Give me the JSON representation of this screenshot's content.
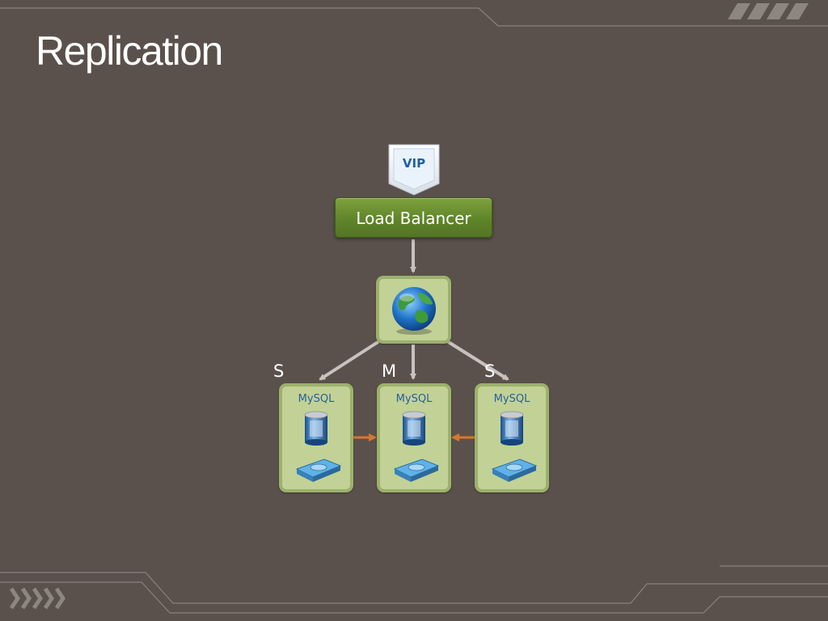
{
  "slide": {
    "title": "Replication"
  },
  "diagram": {
    "vip_label": "VIP",
    "load_balancer_label": "Load Balancer",
    "roles": [
      "S",
      "M",
      "S"
    ],
    "servers": [
      {
        "label": "MySQL"
      },
      {
        "label": "MySQL"
      },
      {
        "label": "MySQL"
      }
    ],
    "icons": {
      "vip": "vip-badge-icon",
      "network": "globe-icon",
      "database": "database-cylinder-icon",
      "disk": "hard-drive-icon"
    }
  },
  "colors": {
    "background": "#5b514c",
    "load_balancer": "#5f8529",
    "server_fill": "#c2d296",
    "server_border": "#9cb16c",
    "connector": "#c8c2bf",
    "replication_arrow": "#d9772b",
    "label_blue": "#2a5e9e"
  }
}
